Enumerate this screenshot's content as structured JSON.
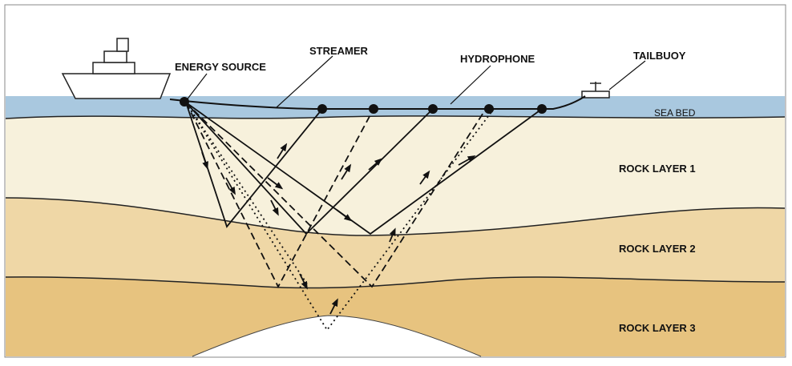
{
  "labels": {
    "energy_source": "ENERGY SOURCE",
    "streamer": "STREAMER",
    "hydrophone": "HYDROPHONE",
    "tailbuoy": "TAILBUOY",
    "sea_bed": "SEA BED",
    "rock_layer_1": "ROCK LAYER 1",
    "rock_layer_2": "ROCK LAYER 2",
    "rock_layer_3": "ROCK LAYER 3"
  },
  "colors": {
    "sea": "#a9c8df",
    "rock_layer_1": "#f7f1dc",
    "rock_layer_2": "#efd7a6",
    "rock_layer_3": "#e7c37f",
    "lines": "#111111"
  },
  "icons": [
    "ship-icon",
    "tailbuoy-icon",
    "energy-source-icon",
    "hydrophone-icon"
  ]
}
